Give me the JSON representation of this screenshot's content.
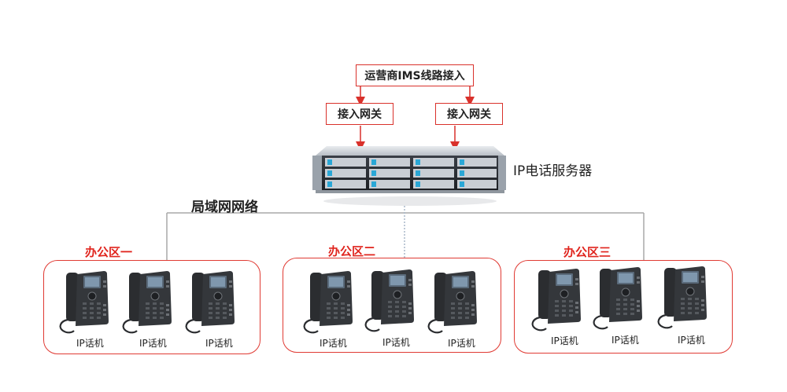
{
  "diagram": {
    "ims_line": "运营商IMS线路接入",
    "gateways": [
      {
        "label": "接入网关"
      },
      {
        "label": "接入网关"
      }
    ],
    "server_label": "IP电话服务器",
    "lan_label": "局域网网络",
    "zones": [
      {
        "title": "办公区一",
        "phones": [
          "IP话机",
          "IP话机",
          "IP话机"
        ]
      },
      {
        "title": "办公区二",
        "phones": [
          "IP话机",
          "IP话机",
          "IP话机"
        ]
      },
      {
        "title": "办公区三",
        "phones": [
          "IP话机",
          "IP话机",
          "IP话机"
        ]
      }
    ],
    "colors": {
      "accent_red": "#e0241d",
      "line_gray": "#a9a9a9"
    }
  }
}
